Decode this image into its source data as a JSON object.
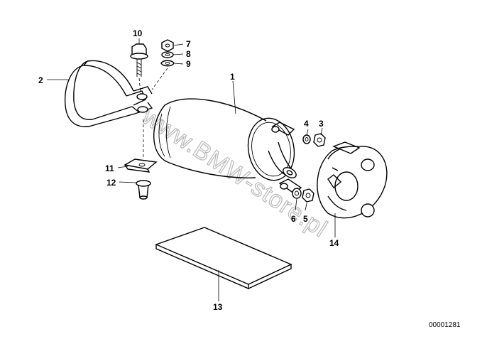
{
  "diagram": {
    "watermark": "www.BMW-store.pl",
    "drawing_id": "00001281",
    "callouts": {
      "c1": "1",
      "c2": "2",
      "c3": "3",
      "c4": "4",
      "c5": "5",
      "c6": "6",
      "c7": "7",
      "c8": "8",
      "c9": "9",
      "c10": "10",
      "c11": "11",
      "c12": "12",
      "c13": "13",
      "c14": "14"
    },
    "colors": {
      "line": "#000000",
      "watermark": "#b9b9b9",
      "background": "#ffffff"
    }
  }
}
